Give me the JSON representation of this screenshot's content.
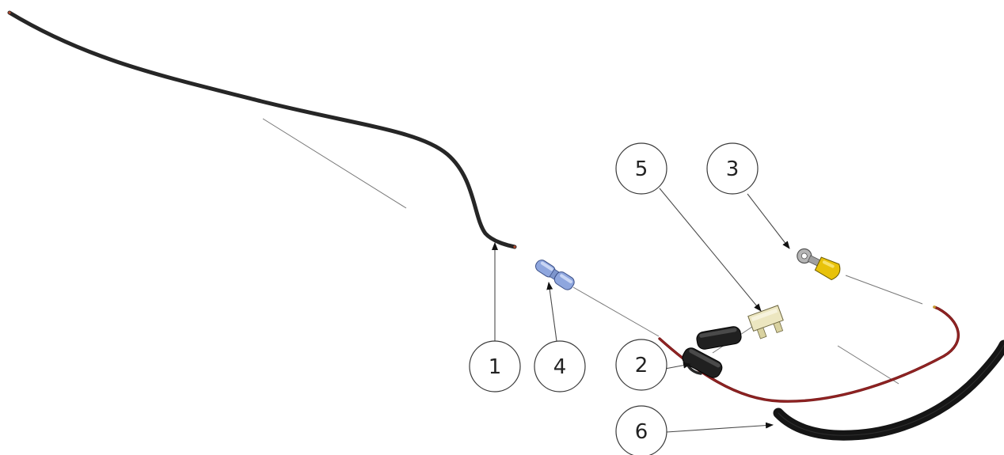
{
  "diagram": {
    "callouts": [
      {
        "id": "1",
        "label": "1"
      },
      {
        "id": "2",
        "label": "2"
      },
      {
        "id": "3",
        "label": "3"
      },
      {
        "id": "4",
        "label": "4"
      },
      {
        "id": "5",
        "label": "5"
      },
      {
        "id": "6",
        "label": "6"
      }
    ],
    "colors": {
      "black_wire": "#262626",
      "red_wire": "#8a1f1f",
      "blue_connector": "#8ea6de",
      "yellow_terminal": "#e8c20a",
      "fuse_holder": "#2a2a2a",
      "blade_fuse": "#e7e1b8",
      "ring_terminal": "#a9a9a9",
      "outline": "#3a3a3a"
    }
  }
}
